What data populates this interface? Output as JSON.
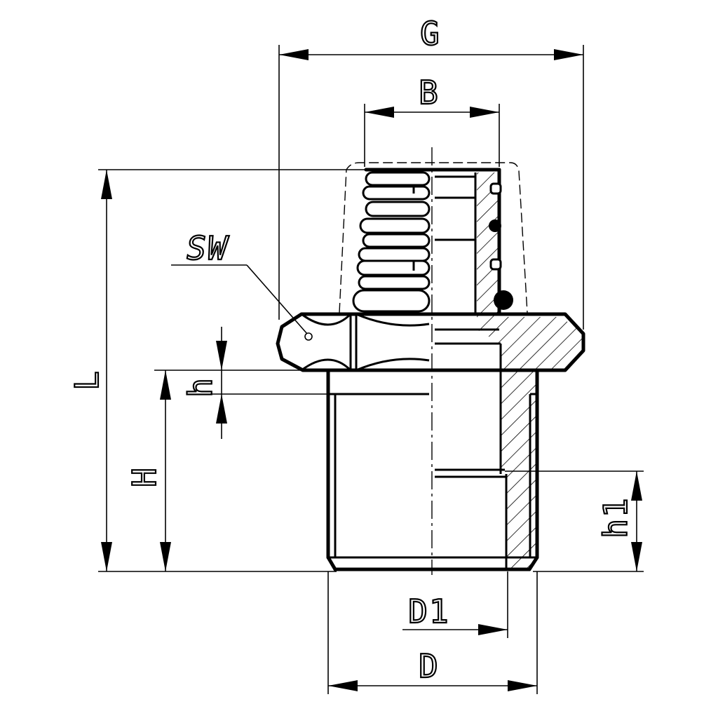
{
  "dimensions": {
    "G": "G",
    "B": "B",
    "L": "L",
    "SW": "SW",
    "h": "h",
    "H": "H",
    "h1": "h1",
    "D1": "D1",
    "D": "D"
  }
}
